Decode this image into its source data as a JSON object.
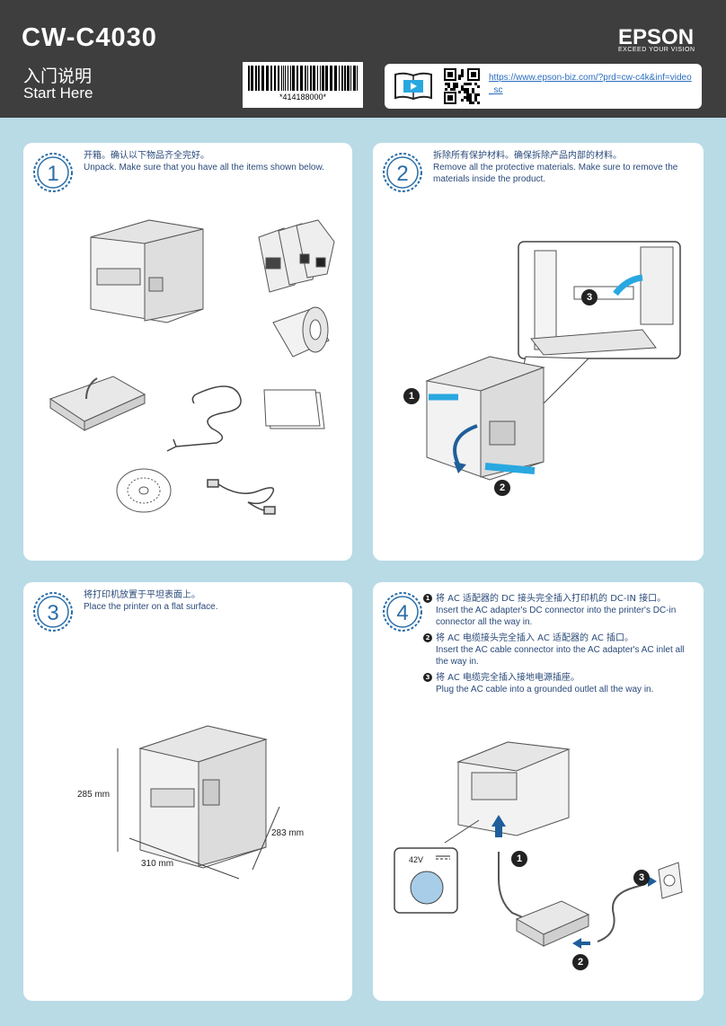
{
  "header": {
    "model": "CW-C4030",
    "title_cn": "入门说明",
    "title_en": "Start Here",
    "barcode_text": "*414188000*",
    "logo": "EPSON",
    "tagline": "EXCEED YOUR VISION",
    "video_url": "https://www.epson-biz.com/?prd=cw-c4k&inf=video_sc",
    "icons": [
      "video-book-icon",
      "qr-code-icon"
    ]
  },
  "steps": [
    {
      "number": "1",
      "cn": "开箱。确认以下物品齐全完好。",
      "en": "Unpack. Make sure that you have all the items shown below."
    },
    {
      "number": "2",
      "cn": "拆除所有保护材料。确保拆除产品内部的材料。",
      "en": "Remove all the protective materials. Make sure to remove the materials inside the product.",
      "callouts": [
        "1",
        "2",
        "3"
      ]
    },
    {
      "number": "3",
      "cn": "将打印机放置于平坦表面上。",
      "en": "Place the printer on a flat surface.",
      "dimensions": {
        "height": "285 mm",
        "width": "310 mm",
        "depth": "283 mm"
      }
    },
    {
      "number": "4",
      "substeps": [
        {
          "num": "1",
          "cn": "将 AC 适配器的 DC 接头完全插入打印机的 DC-IN 接口。",
          "en": "Insert the AC adapter's DC connector into the printer's DC-in connector all the way in."
        },
        {
          "num": "2",
          "cn": "将 AC 电缆接头完全插入 AC 适配器的 AC 插口。",
          "en": "Insert the AC cable connector into the AC adapter's AC inlet all the way in."
        },
        {
          "num": "3",
          "cn": "将 AC 电缆完全插入接地电源插座。",
          "en": "Plug the AC cable into a grounded outlet all the way in."
        }
      ],
      "voltage_label": "42V",
      "callouts": [
        "1",
        "2",
        "3"
      ]
    }
  ],
  "colors": {
    "background": "#b9dbe6",
    "header": "#3e3e3e",
    "accent_blue": "#29a8e0",
    "text_blue": "#2a4a7a"
  }
}
